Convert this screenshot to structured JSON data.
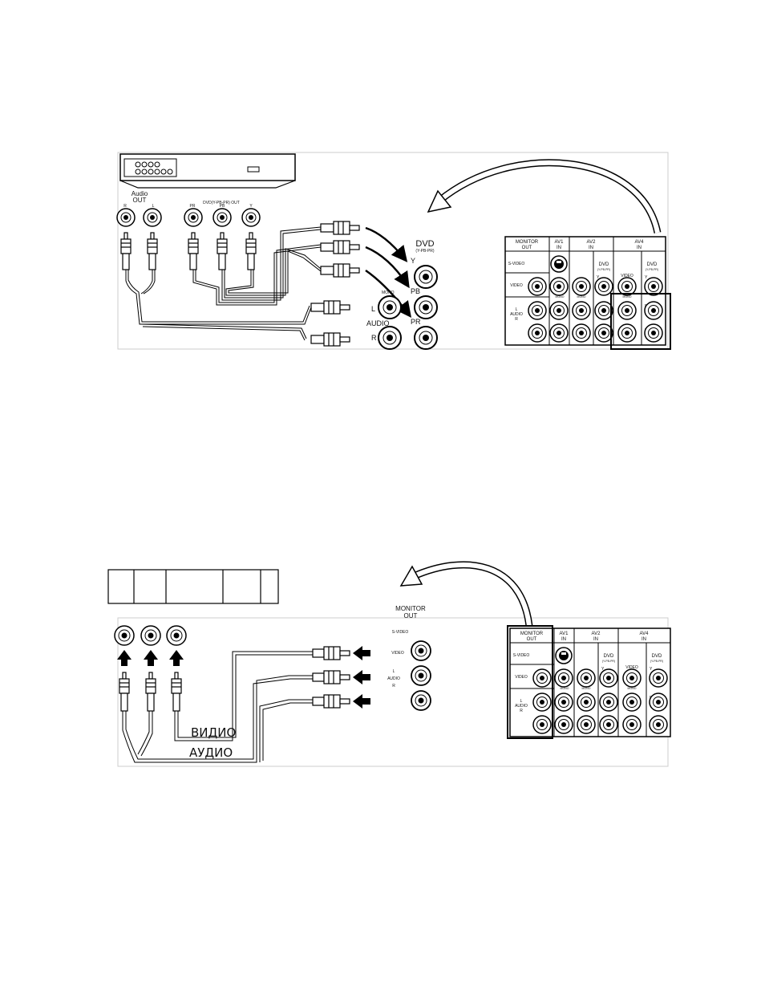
{
  "diagram1": {
    "dvd_panel": {
      "audio_out": "Audio\nOUT",
      "audio_r": "R",
      "audio_l": "L",
      "component_out": "DVD(Y-PB-PR) OUT",
      "pr": "PR",
      "pb": "PB",
      "y": "Y"
    },
    "tv_inputs_zoom": {
      "dvd": "DVD",
      "dvd_sub": "(Y-PB-PR)",
      "y": "Y",
      "pb": "PB",
      "pr": "PR",
      "l": "L",
      "mono": "MONO",
      "audio": "AUDIO",
      "r": "R"
    }
  },
  "tv_panel": {
    "monitor_out": "MONITOR\nOUT",
    "av1_in": "AV1\nIN",
    "av2_in": "AV2\nIN",
    "av4_in": "AV4\nIN",
    "s_video": "S-VIDEO",
    "video": "VIDEO",
    "audio_lr": "L\nAUDIO\nR",
    "dvd": "DVD",
    "dvd_sub": "(Y-PB-PR)",
    "y": "Y",
    "pb": "PB",
    "pr": "PR",
    "mono": "MONO"
  },
  "diagram2": {
    "monitor_out_zoom": {
      "monitor_out": "MONITOR\nOUT",
      "s_video": "S-VIDEO",
      "video": "VIDEO",
      "audio_lr": "L\nAUDIO\nR"
    },
    "cable_video": "ВИДИО",
    "cable_audio": "АУДИО"
  }
}
